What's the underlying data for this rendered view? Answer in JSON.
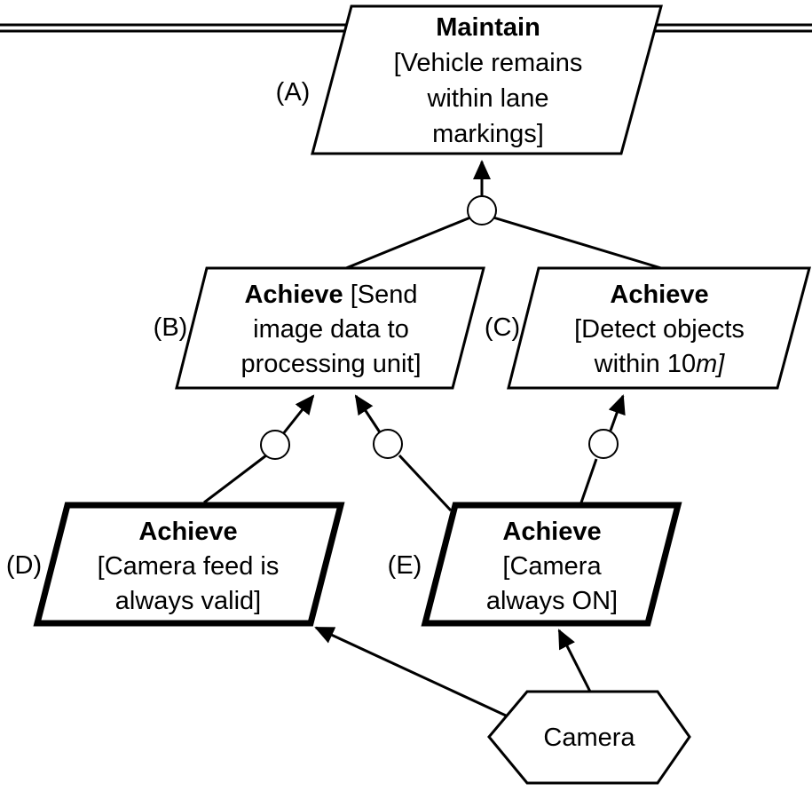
{
  "diagram": {
    "goals": [
      {
        "id": "A",
        "label": "(A)",
        "keyword": "Maintain",
        "lines": [
          "[Vehicle remains",
          "within lane",
          "markings]"
        ]
      },
      {
        "id": "B",
        "label": "(B)",
        "keyword": "Achieve",
        "first_line_rest": " [Send",
        "lines": [
          "image data to",
          "processing unit]"
        ]
      },
      {
        "id": "C",
        "label": "(C)",
        "keyword": "Achieve",
        "line2": "[Detect objects",
        "line3_prefix": "within 10",
        "line3_italic": "m]"
      },
      {
        "id": "D",
        "label": "(D)",
        "keyword": "Achieve",
        "lines": [
          "[Camera feed is",
          "always valid]"
        ]
      },
      {
        "id": "E",
        "label": "(E)",
        "keyword": "Achieve",
        "lines": [
          "[Camera",
          "always ON]"
        ]
      }
    ],
    "agent": {
      "label": "Camera"
    }
  }
}
